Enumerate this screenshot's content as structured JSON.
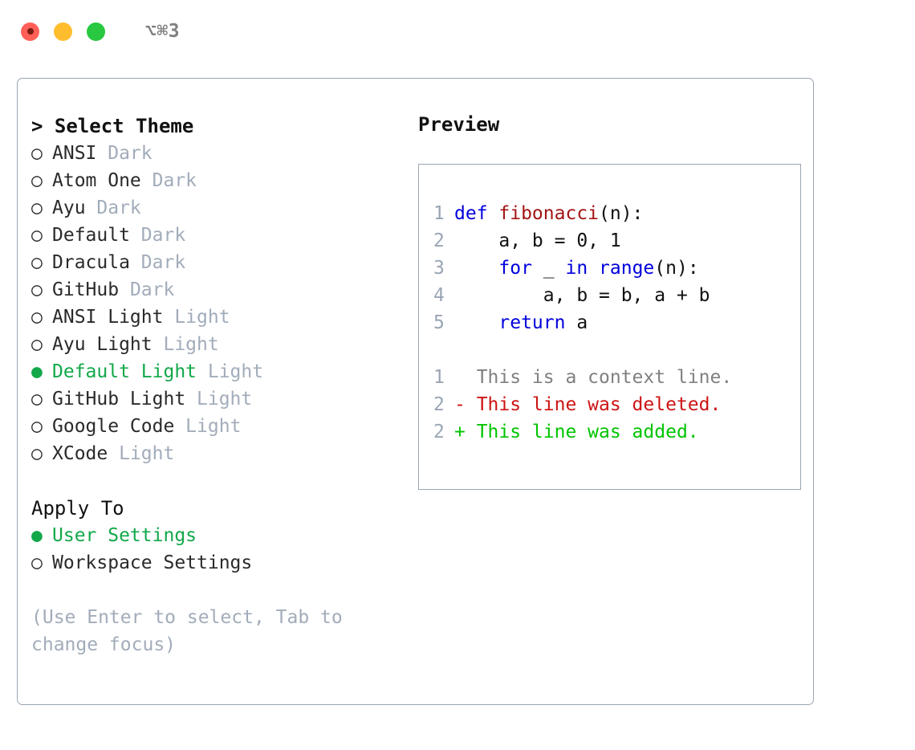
{
  "titlebar": {
    "shortcut": "⌥⌘3",
    "buttons": [
      "close",
      "minimize",
      "zoom"
    ]
  },
  "theme_picker": {
    "header": "> Select Theme",
    "items": [
      {
        "marker": "○",
        "name": "ANSI",
        "tag": "Dark",
        "selected": false
      },
      {
        "marker": "○",
        "name": "Atom One",
        "tag": "Dark",
        "selected": false
      },
      {
        "marker": "○",
        "name": "Ayu",
        "tag": "Dark",
        "selected": false
      },
      {
        "marker": "○",
        "name": "Default",
        "tag": "Dark",
        "selected": false
      },
      {
        "marker": "○",
        "name": "Dracula",
        "tag": "Dark",
        "selected": false
      },
      {
        "marker": "○",
        "name": "GitHub",
        "tag": "Dark",
        "selected": false
      },
      {
        "marker": "○",
        "name": "ANSI Light",
        "tag": "Light",
        "selected": false
      },
      {
        "marker": "○",
        "name": "Ayu Light",
        "tag": "Light",
        "selected": false
      },
      {
        "marker": "●",
        "name": "Default Light",
        "tag": "Light",
        "selected": true
      },
      {
        "marker": "○",
        "name": "GitHub Light",
        "tag": "Light",
        "selected": false
      },
      {
        "marker": "○",
        "name": "Google Code",
        "tag": "Light",
        "selected": false
      },
      {
        "marker": "○",
        "name": "XCode",
        "tag": "Light",
        "selected": false
      }
    ]
  },
  "apply_to": {
    "header": "Apply To",
    "items": [
      {
        "marker": "●",
        "label": "User Settings",
        "selected": true
      },
      {
        "marker": "○",
        "label": "Workspace Settings",
        "selected": false
      }
    ]
  },
  "hint": "(Use Enter to select, Tab to change focus)",
  "preview": {
    "title": "Preview",
    "code": [
      {
        "ln": "1",
        "segments": [
          {
            "text": "def ",
            "style": "kw"
          },
          {
            "text": "fibonacci",
            "style": "fn"
          },
          {
            "text": "(n):",
            "style": "plain"
          }
        ]
      },
      {
        "ln": "2",
        "segments": [
          {
            "text": "    a, b = 0, 1",
            "style": "plain"
          }
        ]
      },
      {
        "ln": "3",
        "segments": [
          {
            "text": "    ",
            "style": "plain"
          },
          {
            "text": "for",
            "style": "kw"
          },
          {
            "text": " _ ",
            "style": "plain"
          },
          {
            "text": "in",
            "style": "kw"
          },
          {
            "text": " ",
            "style": "plain"
          },
          {
            "text": "range",
            "style": "kw"
          },
          {
            "text": "(n):",
            "style": "plain"
          }
        ]
      },
      {
        "ln": "4",
        "segments": [
          {
            "text": "        a, b = b, a + b",
            "style": "plain"
          }
        ]
      },
      {
        "ln": "5",
        "segments": [
          {
            "text": "    ",
            "style": "plain"
          },
          {
            "text": "return",
            "style": "kw"
          },
          {
            "text": " a",
            "style": "plain"
          }
        ]
      }
    ],
    "diff": [
      {
        "ln": "1",
        "text": "  This is a context line.",
        "kind": "context"
      },
      {
        "ln": "2",
        "text": "- This line was deleted.",
        "kind": "deleted"
      },
      {
        "ln": "2",
        "text": "+ This line was added.",
        "kind": "added"
      }
    ]
  },
  "colors": {
    "accent_green": "#12a84a",
    "muted": "#a2acba",
    "border": "#9aa5b4",
    "keyword_blue": "#0000dd",
    "function_red": "#a31515",
    "diff_deleted": "#cc1414",
    "diff_added": "#00c400",
    "traffic_red": "#ff5f57",
    "traffic_yellow": "#ffbd2e",
    "traffic_green": "#28c840"
  }
}
